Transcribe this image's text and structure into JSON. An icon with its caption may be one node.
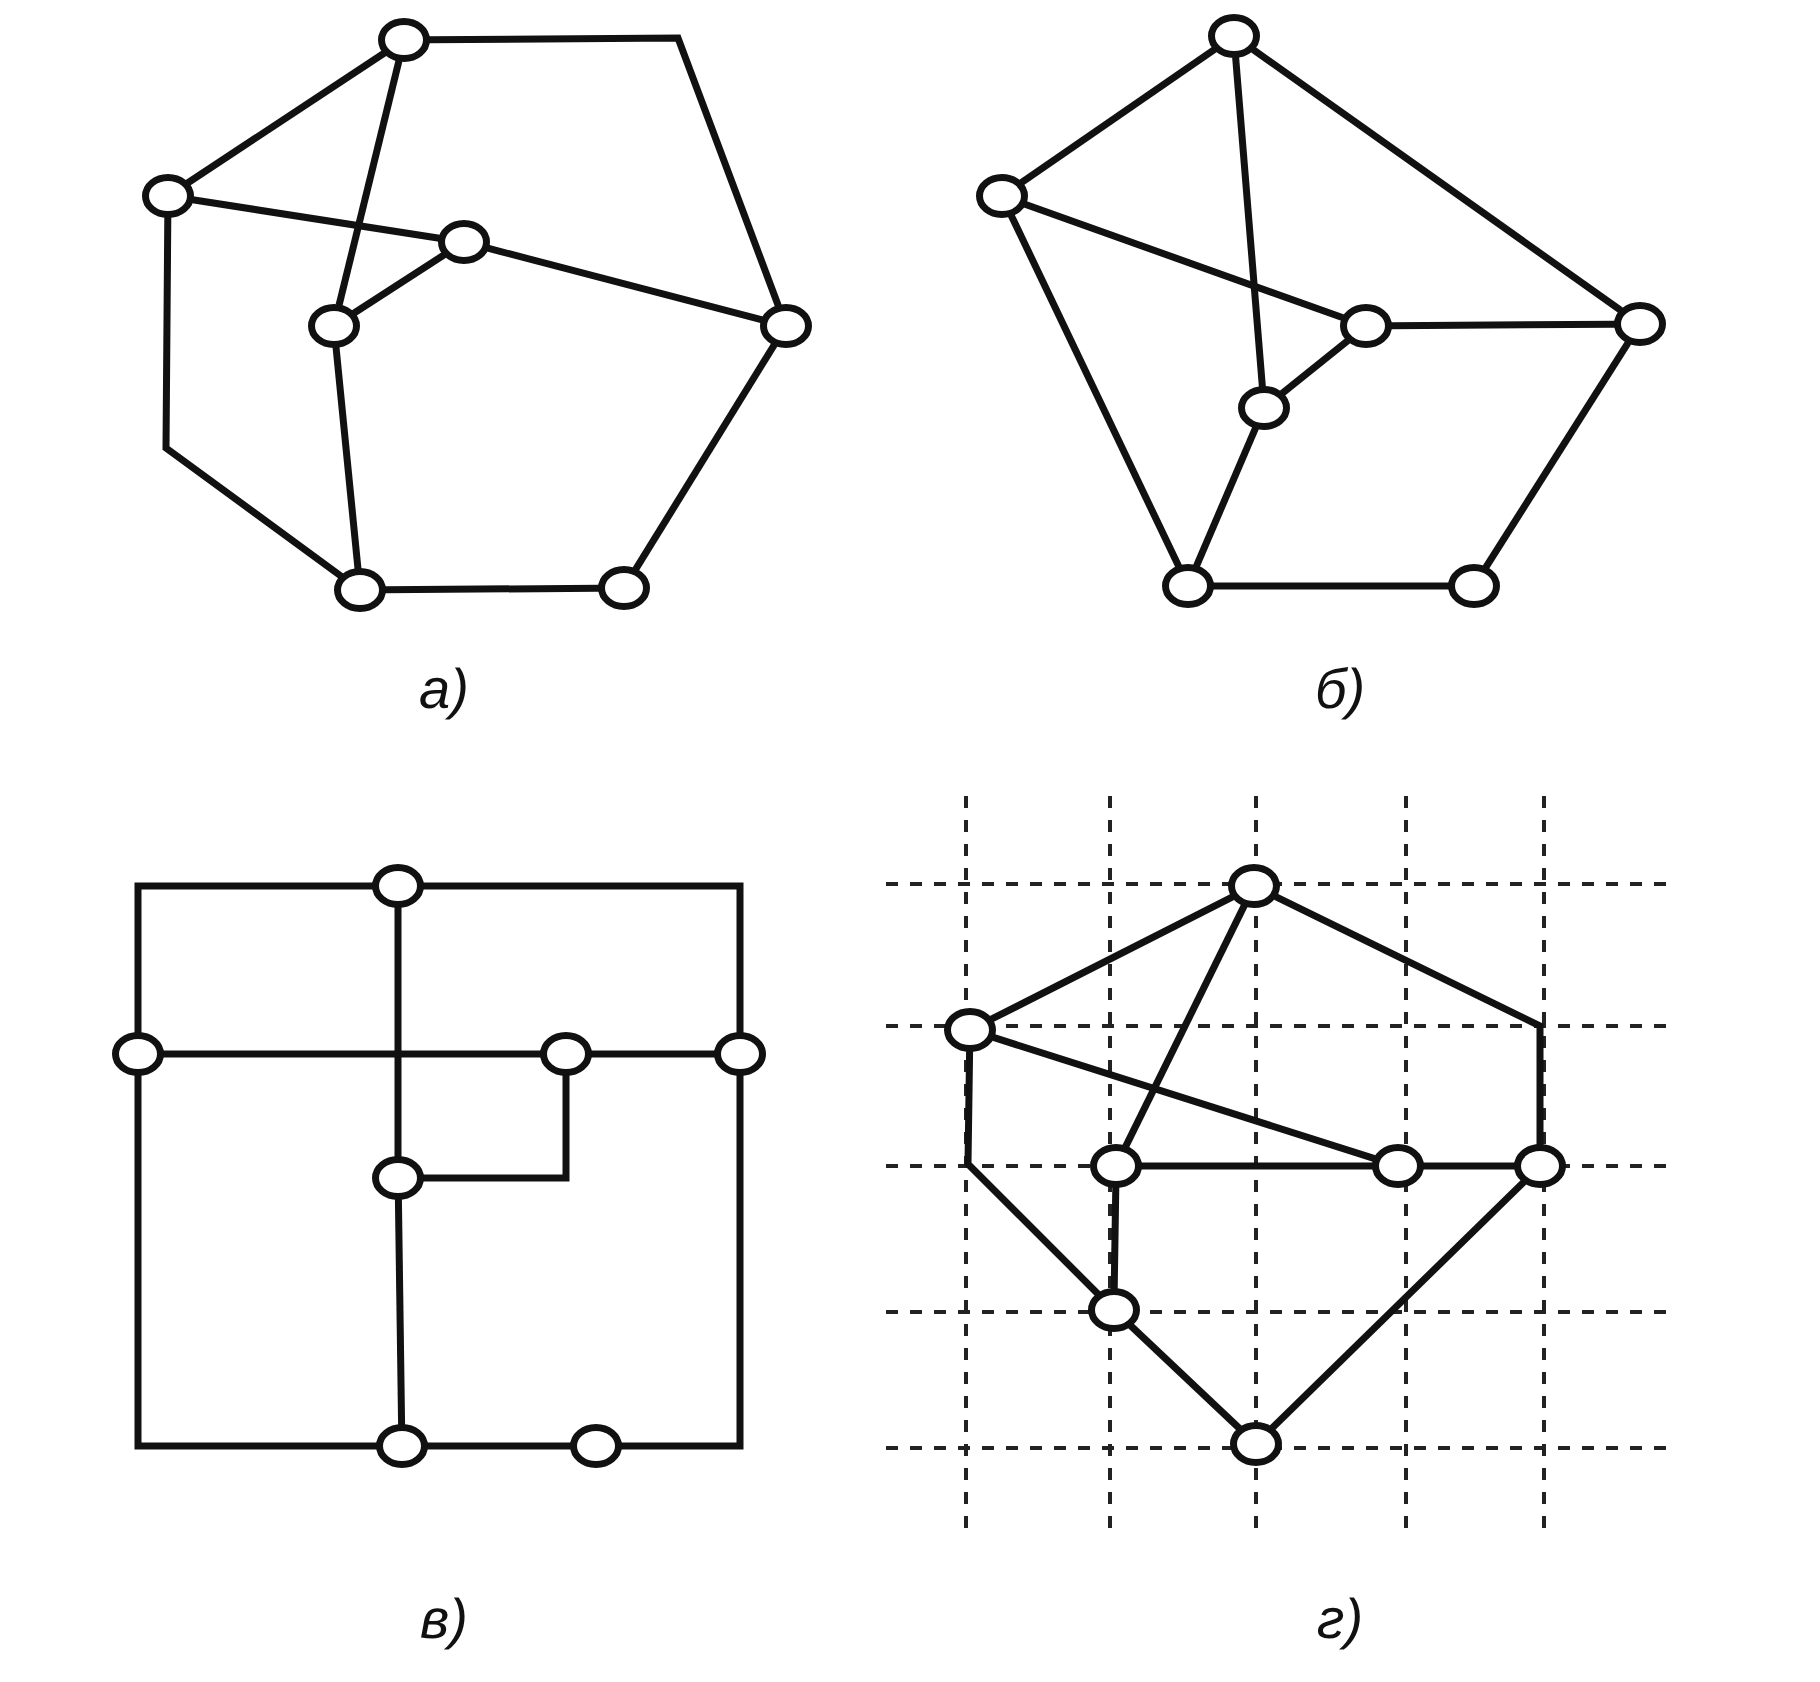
{
  "diagram": {
    "nodes": [
      {
        "text": [],
        "shape": "circle"
      },
      {
        "text": [],
        "shape": "circle"
      },
      {
        "text": [],
        "shape": "circle"
      },
      {
        "text": [],
        "shape": "circle"
      },
      {
        "text": [],
        "shape": "circle"
      },
      {
        "text": [],
        "shape": "circle"
      },
      {
        "text": [],
        "shape": "circle"
      },
      {
        "text": [],
        "shape": "circle"
      },
      {
        "text": [],
        "shape": "circle"
      },
      {
        "text": [],
        "shape": "circle"
      },
      {
        "text": [],
        "shape": "circle"
      },
      {
        "text": [],
        "shape": "circle"
      },
      {
        "text": [],
        "shape": "circle"
      },
      {
        "text": [],
        "shape": "circle"
      },
      {
        "text": [],
        "shape": "circle"
      },
      {
        "text": [],
        "shape": "circle"
      },
      {
        "text": [],
        "shape": "circle"
      },
      {
        "text": [],
        "shape": "circle"
      },
      {
        "text": [],
        "shape": "circle"
      },
      {
        "text": [],
        "shape": "circle"
      },
      {
        "text": [],
        "shape": "circle"
      },
      {
        "text": [],
        "shape": "circle"
      },
      {
        "text": [],
        "shape": "circle"
      },
      {
        "text": [],
        "shape": "circle"
      },
      {
        "text": [],
        "shape": "circle"
      },
      {
        "text": [],
        "shape": "circle"
      },
      {
        "text": [],
        "shape": "circle"
      },
      {
        "text": [],
        "shape": "circle"
      }
    ],
    "edges": [
      {
        "from": 0,
        "to": 1,
        "arrow": "none"
      },
      {
        "from": 0,
        "to": 3,
        "arrow": "none"
      },
      {
        "from": 0,
        "to": 4,
        "arrow": "none"
      },
      {
        "from": 1,
        "to": 2,
        "arrow": "none"
      },
      {
        "from": 1,
        "to": 5,
        "arrow": "none"
      },
      {
        "from": 2,
        "to": 3,
        "arrow": "none"
      },
      {
        "from": 2,
        "to": 4,
        "arrow": "none"
      },
      {
        "from": 3,
        "to": 5,
        "arrow": "none"
      },
      {
        "from": 4,
        "to": 6,
        "arrow": "none"
      },
      {
        "from": 5,
        "to": 6,
        "arrow": "none"
      },
      {
        "from": 7,
        "to": 8,
        "arrow": "none"
      },
      {
        "from": 7,
        "to": 11,
        "arrow": "none"
      },
      {
        "from": 7,
        "to": 10,
        "arrow": "none"
      },
      {
        "from": 8,
        "to": 9,
        "arrow": "none"
      },
      {
        "from": 8,
        "to": 12,
        "arrow": "none"
      },
      {
        "from": 9,
        "to": 10,
        "arrow": "none"
      },
      {
        "from": 9,
        "to": 11,
        "arrow": "none"
      },
      {
        "from": 11,
        "to": 12,
        "arrow": "none"
      },
      {
        "from": 10,
        "to": 13,
        "arrow": "none"
      },
      {
        "from": 12,
        "to": 13,
        "arrow": "none"
      },
      {
        "from": 14,
        "to": 15,
        "arrow": "none"
      },
      {
        "from": 14,
        "to": 17,
        "arrow": "none"
      },
      {
        "from": 14,
        "to": 18,
        "arrow": "none"
      },
      {
        "from": 15,
        "to": 16,
        "arrow": "none"
      },
      {
        "from": 16,
        "to": 17,
        "arrow": "none"
      },
      {
        "from": 16,
        "to": 18,
        "arrow": "none"
      },
      {
        "from": 15,
        "to": 19,
        "arrow": "none"
      },
      {
        "from": 18,
        "to": 19,
        "arrow": "none"
      },
      {
        "from": 19,
        "to": 20,
        "arrow": "none"
      },
      {
        "from": 20,
        "to": 17,
        "arrow": "none"
      },
      {
        "from": 21,
        "to": 22,
        "arrow": "none"
      },
      {
        "from": 21,
        "to": 23,
        "arrow": "none"
      },
      {
        "from": 21,
        "to": 25,
        "arrow": "none"
      },
      {
        "from": 22,
        "to": 24,
        "arrow": "none"
      },
      {
        "from": 23,
        "to": 24,
        "arrow": "none"
      },
      {
        "from": 24,
        "to": 25,
        "arrow": "none"
      },
      {
        "from": 22,
        "to": 26,
        "arrow": "none"
      },
      {
        "from": 23,
        "to": 26,
        "arrow": "none"
      },
      {
        "from": 26,
        "to": 27,
        "arrow": "none"
      },
      {
        "from": 27,
        "to": 25,
        "arrow": "none"
      }
    ],
    "labels": [
      "а)",
      "б)",
      "в)",
      "г)"
    ]
  }
}
